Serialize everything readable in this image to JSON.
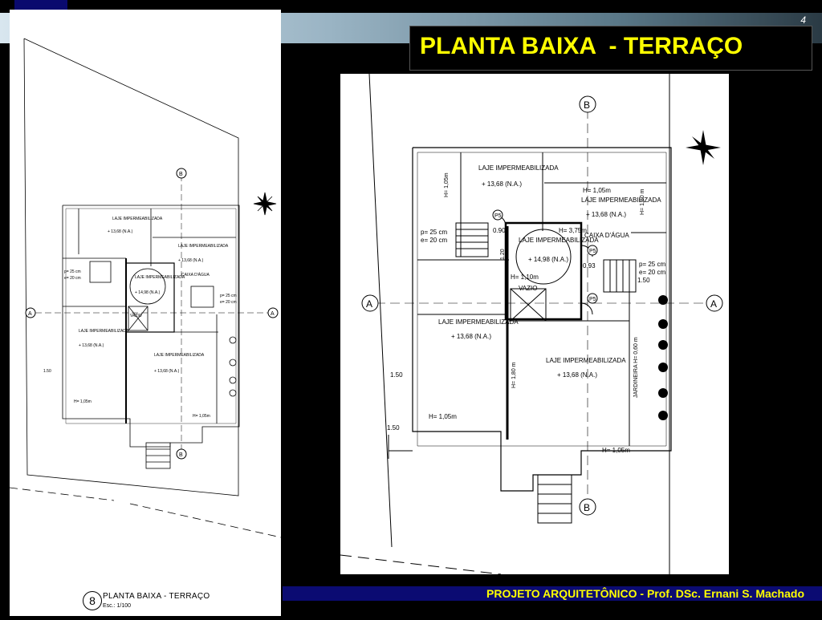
{
  "slide": {
    "number": "4",
    "title": "PLANTA BAIXA  - TERRAÇO",
    "footer": "PROJETO ARQUITETÔNICO - Prof. DSc. Ernani S. Machado"
  },
  "plan": {
    "caption_number": "8",
    "caption_title": "PLANTA BAIXA - TERRAÇO",
    "caption_scale": "Esc.: 1/100",
    "section_markers": [
      "A",
      "B"
    ],
    "rooms": [
      {
        "name": "LAJE\nIMPERMEABILIZADA",
        "level": "+ 13,68 (N.A.)"
      },
      {
        "name": "LAJE\nIMPERMEABILIZADA",
        "level": "+ 14,98 (N.A.)"
      },
      {
        "name": "LAJE\nIMPERMEABILIZADA",
        "level": "+ 13,68 (N.A.)"
      },
      {
        "name": "LAJE\nIMPERMEABILIZADA",
        "level": "+ 13,68 (N.A.)"
      },
      {
        "name": "LAJE\nIMPERMEABILIZADA",
        "level": "+ 13,68 (N.A.)"
      }
    ],
    "labels": {
      "caixa_dagua": "CAIXA D'ÁGUA",
      "vazio": "VAZIO",
      "jardineira": "JARDINEIRA H= 0,60 m",
      "h105": "H= 1,05m",
      "h180": "H= 1,80 m",
      "h375": "H= 3,75m",
      "h110": "H= 1,10m",
      "p25": "p= 25 cm",
      "e20": "e= 20 cm",
      "d150": "1.50",
      "d093": "0.93",
      "d090": "0.90",
      "d120": "1.20",
      "ps": "P5"
    }
  }
}
